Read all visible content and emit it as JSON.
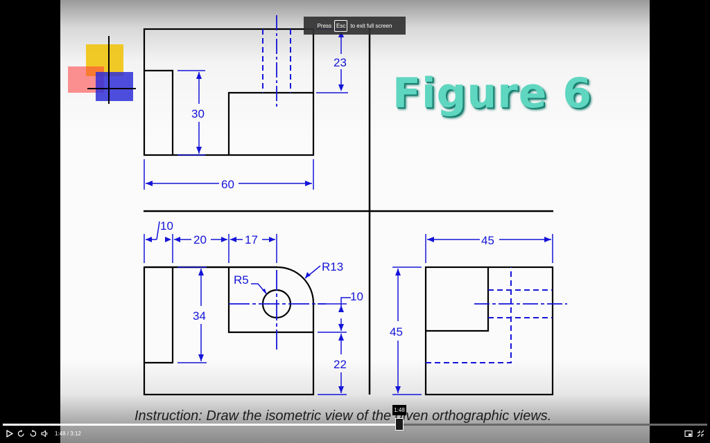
{
  "figure": {
    "title": "Figure 6",
    "instruction": "Instruction: Draw the isometric view of the given orthographic views."
  },
  "dimensions": {
    "top_23": "23",
    "top_30": "30",
    "top_60": "60",
    "front_10_top": "10",
    "front_20": "20",
    "front_17": "17",
    "front_r13": "R13",
    "front_r5": "R5",
    "front_10_right": "10",
    "front_34": "34",
    "front_22": "22",
    "side_45_top": "45",
    "side_45_left": "45"
  },
  "toast": {
    "prefix": "Press",
    "key": "Esc",
    "suffix": "to exit full screen"
  },
  "player": {
    "current_time": "1:48",
    "duration": "3:12",
    "separator": "/",
    "tooltip_time": "1:48",
    "progress_fraction": 0.5625
  },
  "icons": {
    "play": "play-icon",
    "rewind": "rewind-10-icon",
    "forward": "forward-10-icon",
    "volume": "volume-icon",
    "picture_in_picture": "pip-icon",
    "exit_fullscreen": "exit-fullscreen-icon"
  }
}
